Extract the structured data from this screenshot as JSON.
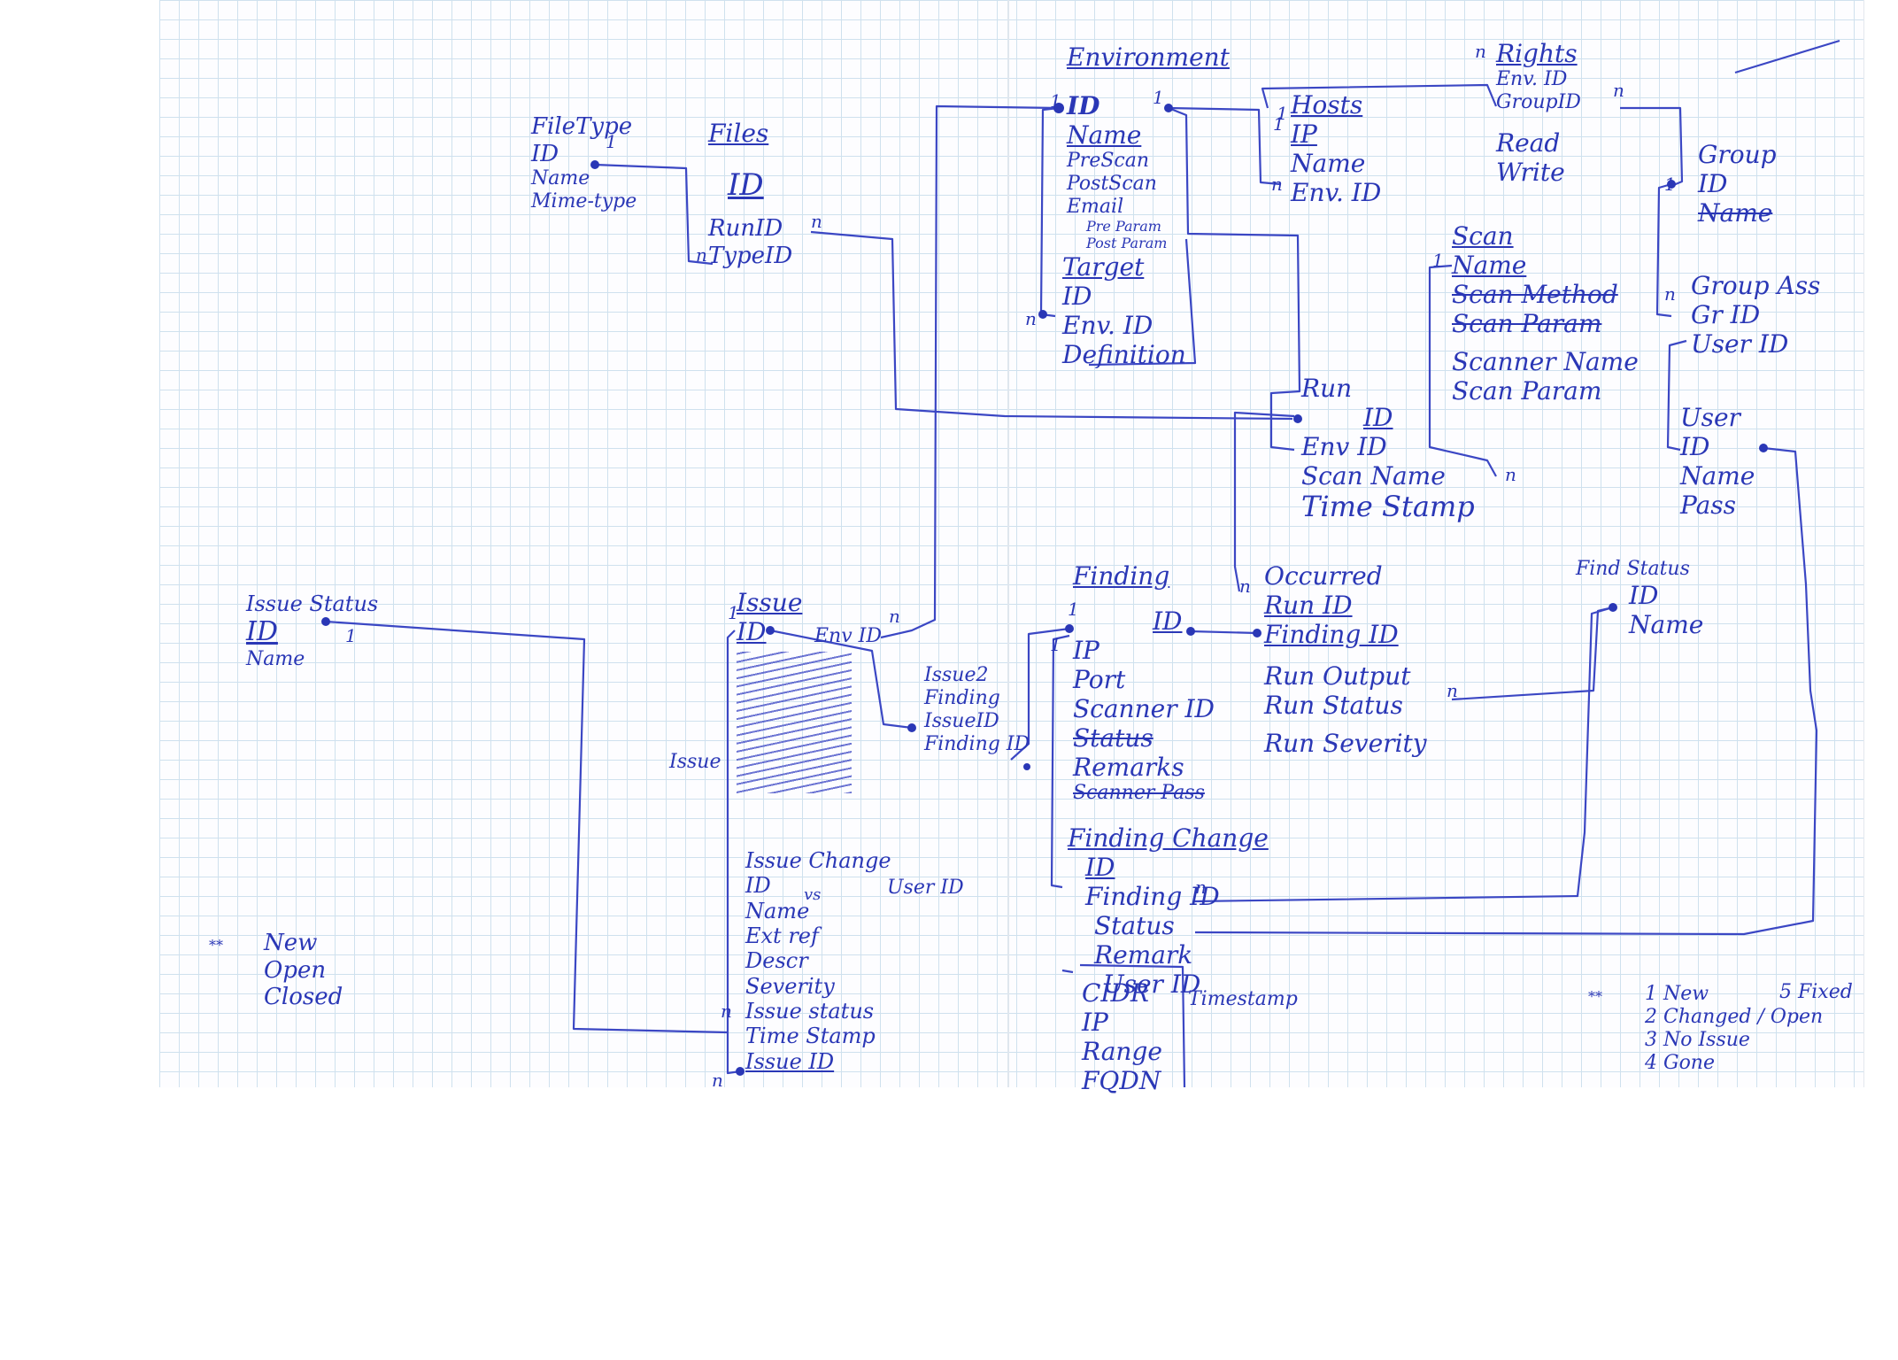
{
  "entities": {
    "environment": {
      "title": "Environment",
      "fields": [
        "ID",
        "Name",
        "PreScan",
        "PostScan",
        "Email",
        "Pre Param",
        "Post Param"
      ]
    },
    "target": {
      "title": "Target",
      "fields": [
        "ID",
        "Env. ID",
        "Definition"
      ]
    },
    "hosts": {
      "title": "Hosts",
      "fields": [
        "IP",
        "Name",
        "Env. ID"
      ]
    },
    "rights": {
      "title": "Rights",
      "fields": [
        "Env. ID",
        "GroupID",
        "Read",
        "Write"
      ]
    },
    "group": {
      "title": "Group",
      "fields": [
        "ID",
        "Name"
      ]
    },
    "group_ass": {
      "title": "Group Ass",
      "fields": [
        "Gr ID",
        "User ID"
      ]
    },
    "user": {
      "title": "User",
      "fields": [
        "ID",
        "Name",
        "Pass"
      ]
    },
    "scan": {
      "title": "Scan",
      "fields": [
        "Name",
        "Scan Method",
        "Scan Param",
        "Scanner Name",
        "Scan Param"
      ]
    },
    "run": {
      "title": "Run",
      "fields": [
        "ID",
        "Env ID",
        "Scan Name",
        "Time Stamp"
      ]
    },
    "filetype": {
      "title": "FileType",
      "fields": [
        "ID",
        "Name",
        "Mime-type"
      ]
    },
    "files": {
      "title": "Files",
      "fields": [
        "ID",
        "RunID",
        "TypeID"
      ]
    },
    "issue_status": {
      "title": "Issue Status",
      "fields": [
        "ID",
        "Name"
      ]
    },
    "issue": {
      "title": "Issue",
      "fields": [
        "ID",
        "Env ID"
      ]
    },
    "issue2finding": {
      "title": "Issue2 Finding",
      "fields": [
        "IssueID",
        "Finding ID"
      ]
    },
    "finding": {
      "title": "Finding",
      "fields": [
        "ID",
        "IP",
        "Port",
        "Scanner ID",
        "Status",
        "Remarks",
        "Scanner Pass"
      ]
    },
    "occurred": {
      "title": "Occurred",
      "fields": [
        "Run ID",
        "Finding ID",
        "Run Output",
        "Run Status",
        "Run Severity"
      ]
    },
    "find_status": {
      "title": "Find Status",
      "fields": [
        "ID",
        "Name"
      ]
    },
    "finding_change": {
      "title": "Finding Change",
      "fields": [
        "ID",
        "Finding ID",
        "Status",
        "Remark",
        "User ID",
        "Timestamp"
      ]
    },
    "ip_types": {
      "fields": [
        "CIDR",
        "IP",
        "Range",
        "FQDN"
      ]
    },
    "issue_change": {
      "title": "Issue Change",
      "fields": [
        "ID",
        "Name",
        "Ext ref",
        "Descr",
        "Severity",
        "Issue status",
        "Time Stamp",
        "Issue ID"
      ],
      "side": [
        "vs",
        "User ID"
      ]
    }
  },
  "notes": {
    "issue_side": "Issue",
    "issue_statuses_marker": "**",
    "issue_statuses": [
      "New",
      "Open",
      "Closed"
    ],
    "finding_statuses_marker": "**",
    "finding_statuses": [
      "1 New",
      "2 Changed / Open",
      "3 No Issue",
      "4 Gone",
      "5 Fixed"
    ]
  },
  "cardinality": {
    "one": "1",
    "many": "n"
  }
}
